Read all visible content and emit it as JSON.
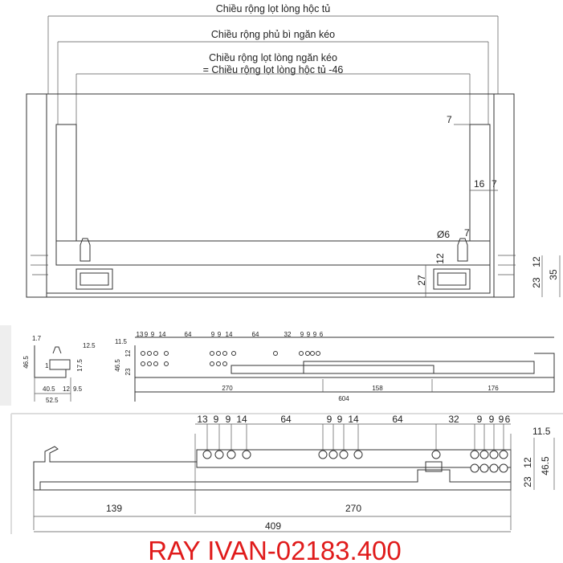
{
  "front_view": {
    "cabinet_inner_width": "Chiều rộng lọt lòng hộc tủ",
    "drawer_overlay_width": "Chiều rộng phủ bì ngăn kéo",
    "drawer_inner_width_line1": "Chiều rộng lọt lòng ngăn kéo",
    "drawer_inner_width_line2": "= Chiều rộng lọt lòng hộc tủ -46",
    "dims": {
      "d7a": "7",
      "d16": "16",
      "d7b": "7",
      "dia6": "Ø6",
      "d7c": "7",
      "d12a": "12",
      "d27": "27",
      "d12b": "12",
      "d23": "23",
      "d35": "35"
    }
  },
  "profile_view": {
    "dims": {
      "d1_7": "1.7",
      "d46_5": "46.5",
      "d12_5": "12.5",
      "d1": "1",
      "d17_5": "17.5",
      "d40_5": "40.5",
      "d12": "12",
      "d9_5": "9.5",
      "d52_5": "52.5"
    }
  },
  "side_view_small": {
    "hole_spacing": [
      "13",
      "9",
      "9",
      "14",
      "64",
      "9",
      "9",
      "14",
      "64",
      "32",
      "9",
      "9",
      "9",
      "6"
    ],
    "d11_5": "11.5",
    "d46_5": "46.5",
    "d12": "12",
    "d23": "23",
    "d270": "270",
    "d158": "158",
    "d176": "176",
    "d604": "604"
  },
  "side_view_large": {
    "hole_spacing": [
      "13",
      "9",
      "9",
      "14",
      "64",
      "9",
      "9",
      "14",
      "64",
      "32",
      "9",
      "9",
      "9",
      "6"
    ],
    "d11_5": "11.5",
    "d12": "12",
    "d46_5": "46.5",
    "d23": "23",
    "d139": "139",
    "d270": "270",
    "d409": "409"
  },
  "product_title": "RAY IVAN-02183.400",
  "colors": {
    "title": "#e01b1b",
    "line": "#333333"
  }
}
